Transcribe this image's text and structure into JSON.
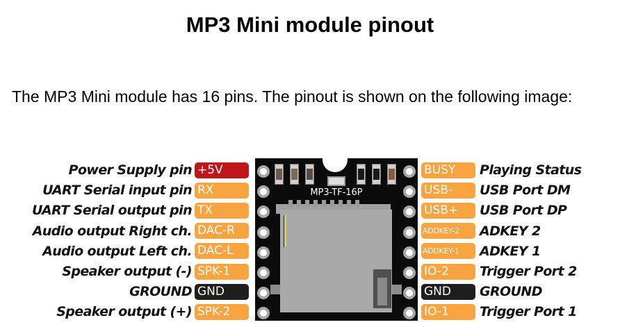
{
  "heading": "MP3 Mini module pinout",
  "intro": "The MP3 Mini module has 16 pins. The pinout is shown on the following image:",
  "board": {
    "silkscreen": "MP3-TF-16P",
    "smd_colors_left": [
      "#6e5a4c",
      "#7a6a58",
      "#5a4a40"
    ],
    "smd_colors_right": [
      "#1a1a1a",
      "#1a1a1a",
      "#8a5a3a"
    ]
  },
  "colors": {
    "power": "#c0151a",
    "signal": "#f8a541",
    "ground": "#1e1e1e"
  },
  "left_pins": [
    {
      "label": "+5V",
      "description": "Power Supply pin",
      "type": "power"
    },
    {
      "label": "RX",
      "description": "UART Serial input pin",
      "type": "signal"
    },
    {
      "label": "TX",
      "description": "UART Serial output pin",
      "type": "signal"
    },
    {
      "label": "DAC-R",
      "description": "Audio output Right ch.",
      "type": "signal"
    },
    {
      "label": "DAC-L",
      "description": "Audio output Left ch.",
      "type": "signal"
    },
    {
      "label": "SPK-1",
      "description": "Speaker output (-)",
      "type": "signal"
    },
    {
      "label": "GND",
      "description": "GROUND",
      "type": "ground"
    },
    {
      "label": "SPK-2",
      "description": "Speaker output (+)",
      "type": "signal"
    }
  ],
  "right_pins": [
    {
      "label": "BUSY",
      "description": "Playing Status",
      "type": "signal"
    },
    {
      "label": "USB-",
      "description": "USB Port DM",
      "type": "signal"
    },
    {
      "label": "USB+",
      "description": "USB Port DP",
      "type": "signal"
    },
    {
      "label": "ADDKEY-2",
      "description": "ADKEY 2",
      "type": "signal",
      "small": true
    },
    {
      "label": "ADDKEY-1",
      "description": "ADKEY 1",
      "type": "signal",
      "small": true
    },
    {
      "label": "IO-2",
      "description": "Trigger Port 2",
      "type": "signal"
    },
    {
      "label": "GND",
      "description": "GROUND",
      "type": "ground"
    },
    {
      "label": "IO-1",
      "description": "Trigger Port 1",
      "type": "signal"
    }
  ]
}
